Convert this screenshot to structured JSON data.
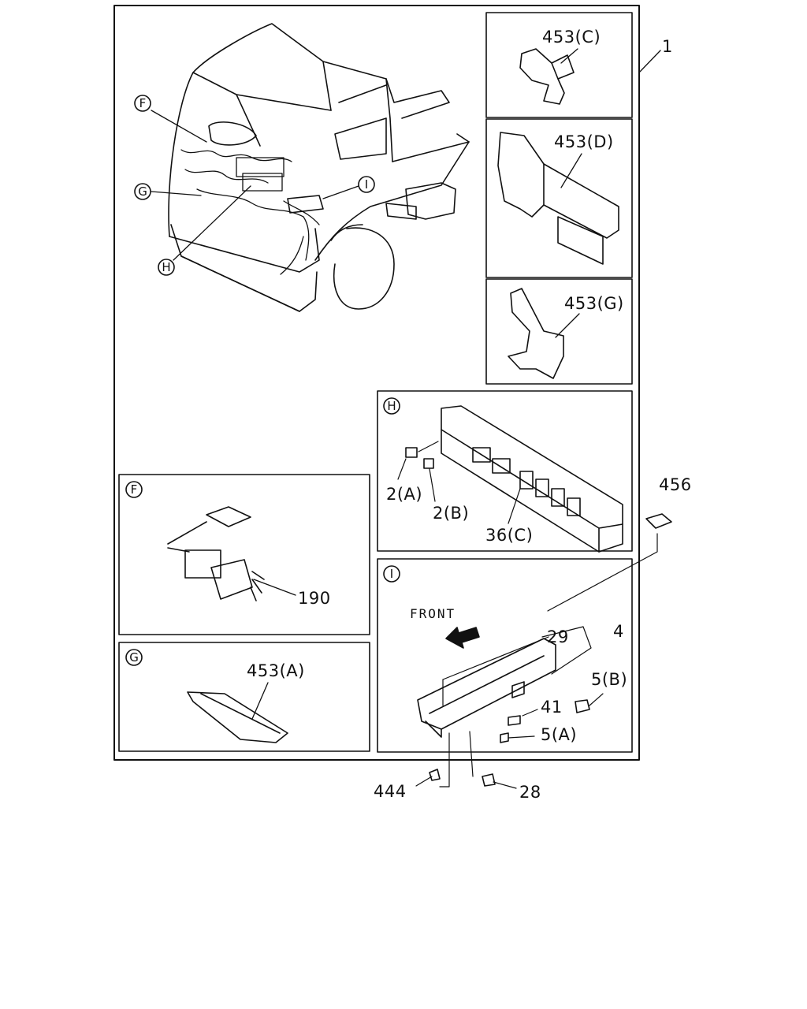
{
  "diagram": {
    "callouts": {
      "main": "1",
      "p453c": "453(C)",
      "p453d": "453(D)",
      "p453g": "453(G)",
      "p456": "456",
      "p2a": "2(A)",
      "p2b": "2(B)",
      "p36c": "36(C)",
      "p190": "190",
      "p453a": "453(A)",
      "p29": "29",
      "p4": "4",
      "p5b": "5(B)",
      "p41": "41",
      "p5a": "5(A)",
      "p444": "444",
      "p28": "28"
    },
    "views": {
      "F": "F",
      "G": "G",
      "H": "H",
      "I": "I"
    },
    "front_label": "FRONT"
  }
}
